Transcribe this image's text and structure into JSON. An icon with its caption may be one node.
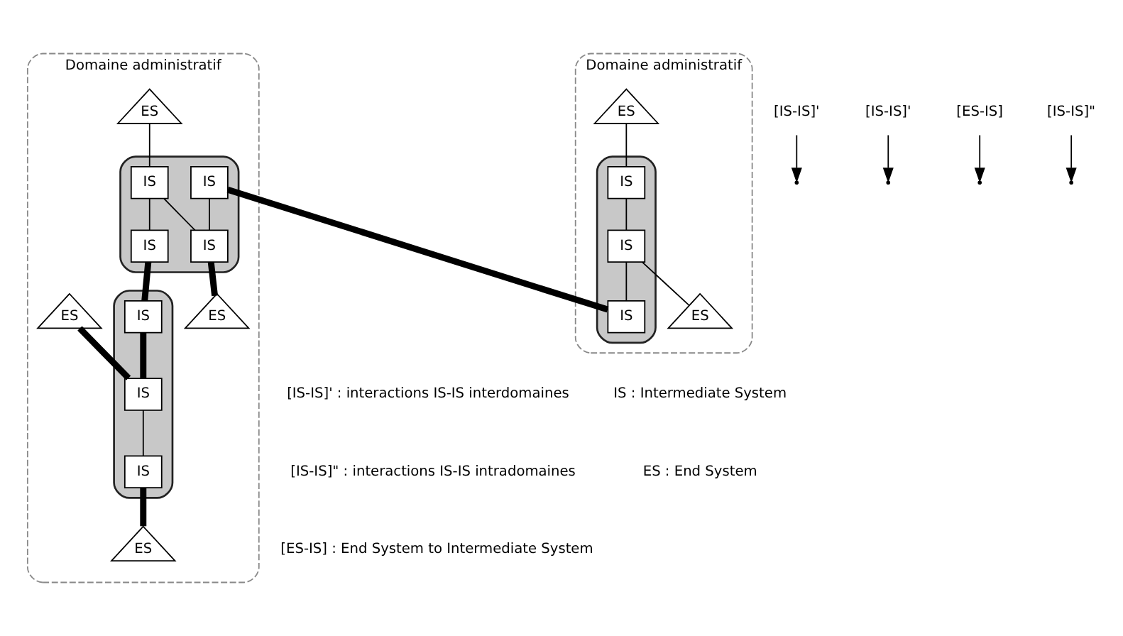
{
  "diagram": {
    "nodes": [
      {
        "text": [
          "Domaine administratif"
        ]
      },
      {
        "text": [],
        "shape": "cloud",
        "in": 0
      },
      {
        "text": [
          "ES"
        ],
        "in": 0
      },
      {
        "text": [
          "IS"
        ],
        "in": 1
      },
      {
        "text": [
          "IS"
        ],
        "in": 1
      },
      {
        "text": [
          "IS"
        ],
        "in": 1
      },
      {
        "text": [
          "ES"
        ],
        "in": 0
      },
      {
        "text": [
          "Domaine administratif"
        ]
      },
      {
        "text": [],
        "shape": "cloud",
        "in": 7
      },
      {
        "text": [
          "ES"
        ],
        "in": 7
      },
      {
        "text": [
          "IS"
        ],
        "in": 8
      },
      {
        "text": [
          "IS"
        ],
        "in": 8
      },
      {
        "text": [
          "IS"
        ],
        "in": 8
      },
      {
        "text": [
          "IS"
        ],
        "in": 8
      },
      {
        "text": [
          "ES"
        ],
        "in": 7
      },
      {
        "text": [
          "ES"
        ],
        "in": 7
      },
      {
        "text": [],
        "shape": "cloud",
        "in": 7
      },
      {
        "text": [
          "IS"
        ],
        "in": 16
      },
      {
        "text": [
          "IS"
        ],
        "in": 16
      },
      {
        "text": [
          "IS"
        ],
        "in": 16
      },
      {
        "text": [
          "ES"
        ],
        "in": 7
      },
      {
        "text": [
          "[IS-IS]'"
        ]
      },
      {
        "text": [
          "[IS-IS]'"
        ]
      },
      {
        "text": [
          "[ES-IS]"
        ]
      },
      {
        "text": [
          "[IS-IS]\""
        ]
      }
    ],
    "edges": [
      {
        "from": 2,
        "to": 3,
        "arrow": "none"
      },
      {
        "from": 3,
        "to": 5,
        "arrow": "none"
      },
      {
        "from": 5,
        "to": 4,
        "arrow": "none"
      },
      {
        "from": 5,
        "to": 6,
        "arrow": "none"
      },
      {
        "from": 4,
        "to": 10,
        "arrow": "none",
        "style": "thick"
      },
      {
        "from": 9,
        "to": 11,
        "arrow": "none"
      },
      {
        "from": 10,
        "to": 13,
        "arrow": "none"
      },
      {
        "from": 11,
        "to": 13,
        "arrow": "none"
      },
      {
        "from": 11,
        "to": 12,
        "arrow": "none"
      },
      {
        "from": 13,
        "to": 14,
        "arrow": "none",
        "style": "thick"
      },
      {
        "from": 12,
        "to": 18,
        "arrow": "none",
        "style": "thick"
      },
      {
        "from": 18,
        "to": 17,
        "arrow": "none",
        "style": "thick"
      },
      {
        "from": 15,
        "to": 17,
        "arrow": "none",
        "style": "thick"
      },
      {
        "from": 17,
        "to": 19,
        "arrow": "none"
      },
      {
        "from": 19,
        "to": 20,
        "arrow": "none",
        "style": "thick"
      },
      {
        "from": 21,
        "to": null,
        "arrow": "to"
      },
      {
        "from": 22,
        "to": null,
        "arrow": "to"
      },
      {
        "from": 23,
        "to": null,
        "arrow": "to"
      },
      {
        "from": 24,
        "to": null,
        "arrow": "to"
      }
    ],
    "labels": [
      "IS : Intermediate System",
      "ES : End System",
      "[IS-IS]' : interactions IS-IS interdomaines",
      "[IS-IS]\" : interactions IS-IS intradomaines",
      "[ES-IS] : End System to Intermediate System"
    ]
  }
}
